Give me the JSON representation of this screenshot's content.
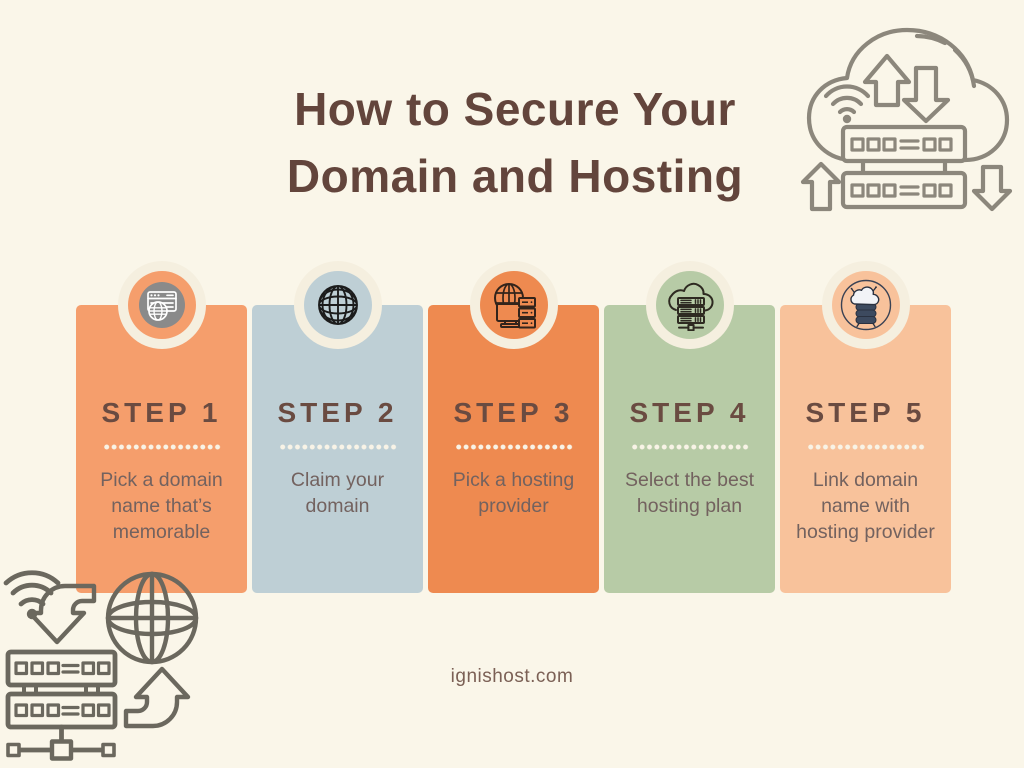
{
  "title": {
    "line1": "How to Secure Your",
    "line2": "Domain and Hosting"
  },
  "steps": [
    {
      "label": "STEP 1",
      "description": "Pick a domain name that’s memorable",
      "card_color": "#F59E6C",
      "icon": "domain-browser-globe-icon"
    },
    {
      "label": "STEP 2",
      "description": "Claim your domain",
      "card_color": "#BECFD5",
      "icon": "globe-icon"
    },
    {
      "label": "STEP 3",
      "description": "Pick a hosting provider",
      "card_color": "#EE8A50",
      "icon": "hosting-provider-icon"
    },
    {
      "label": "STEP 4",
      "description": "Select the best hosting plan",
      "card_color": "#B7CBA6",
      "icon": "cloud-server-icon"
    },
    {
      "label": "STEP 5",
      "description": "Link domain name with hosting provider",
      "card_color": "#F8C29B",
      "icon": "cloud-database-icon"
    }
  ],
  "footer": {
    "website": "ignishost.com"
  },
  "colors": {
    "background": "#FAF6E9",
    "title_text": "#63453C",
    "step_label_text": "#6A4B41",
    "description_text": "#73625F",
    "badge_ring": "#F5EFDF",
    "step1_icon_disc": "#8A8A8A",
    "divider_dots": "#F8F3E6",
    "illustration_top_right": "#8C877C",
    "illustration_bottom_left": "#6B685E"
  },
  "decorations": {
    "top_right": "cloud-data-transfer-servers-illustration",
    "bottom_left": "network-server-globe-illustration"
  }
}
